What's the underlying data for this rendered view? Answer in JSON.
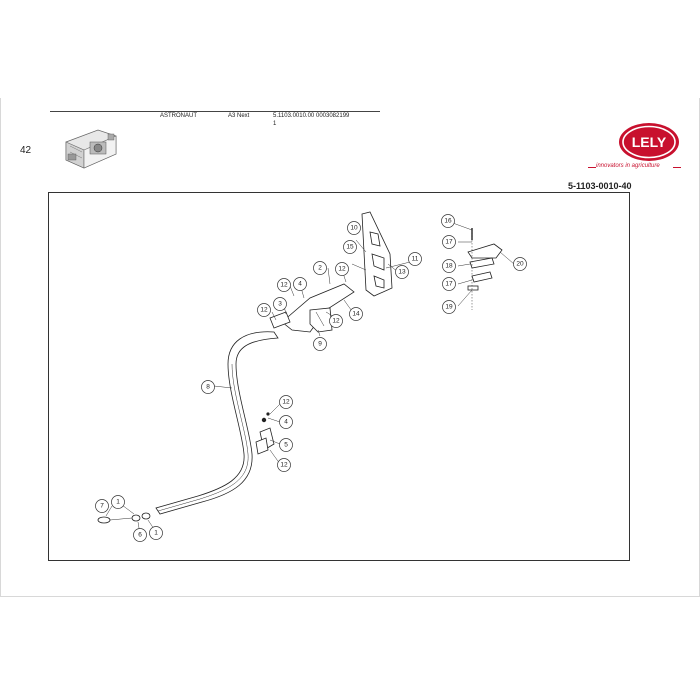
{
  "page": {
    "number": "42"
  },
  "header": {
    "model": "ASTRONAUT",
    "variant": "A3 Next",
    "document_number": "5.1103.0010.00",
    "serial": "0003082199",
    "revision": "1"
  },
  "brand": {
    "logo_text": "LELY",
    "slogan": "innovators in agriculture",
    "color": "#c8102e"
  },
  "drawing": {
    "part_code": "5-1103-0010-40",
    "callouts": [
      "1",
      "1",
      "2",
      "3",
      "4",
      "4",
      "5",
      "6",
      "7",
      "8",
      "9",
      "10",
      "11",
      "12",
      "12",
      "12",
      "12",
      "12",
      "12",
      "13",
      "14",
      "15",
      "16",
      "17",
      "17",
      "18",
      "19",
      "20"
    ]
  }
}
